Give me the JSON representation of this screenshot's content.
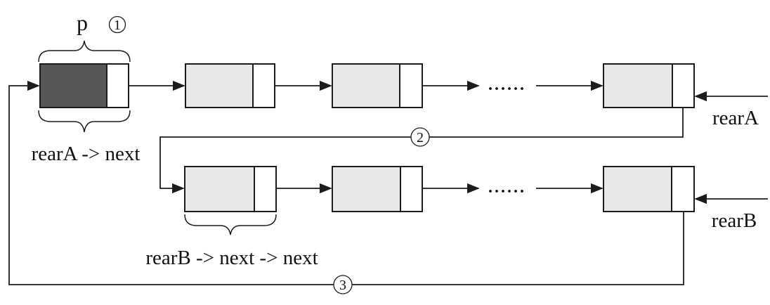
{
  "diagram": {
    "type": "linked-list-merge-diagram",
    "pointer_label": "p",
    "steps": {
      "s1": "1",
      "s2": "2",
      "s3": "3"
    },
    "listA": {
      "rear_label": "rearA",
      "first_node_annotation": "rearA -> next",
      "ellipsis": "......"
    },
    "listB": {
      "rear_label": "rearB",
      "first_node_annotation": "rearB -> next -> next",
      "ellipsis": "......"
    }
  },
  "colors": {
    "node_data_dark": "#575757",
    "node_data_light": "#e8e8e8",
    "node_pointer_fill": "#ffffff",
    "stroke": "#1c1c1c",
    "background": "#ffffff"
  }
}
